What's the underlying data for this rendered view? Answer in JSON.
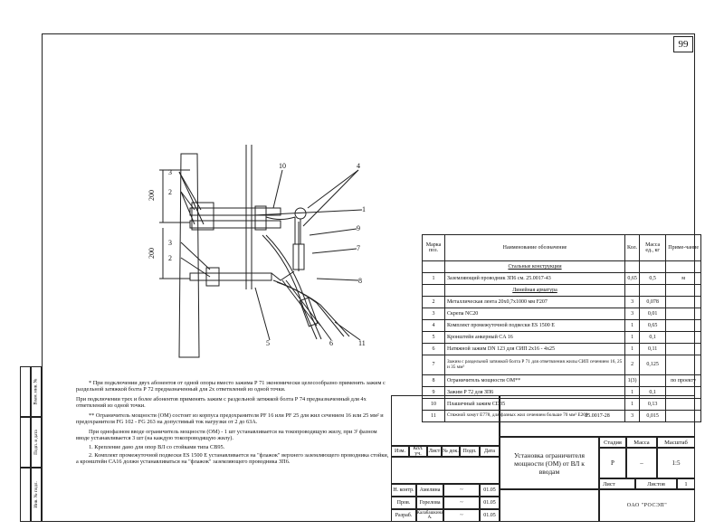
{
  "page_number": "99",
  "side_strip": [
    "Инв. № подл.",
    "Подп. и дата",
    "Взам. инв. №"
  ],
  "drawing_labels": {
    "callouts": [
      "3",
      "2",
      "10",
      "4",
      "1",
      "9",
      "7",
      "3",
      "2",
      "8",
      "5",
      "6",
      "11"
    ],
    "dim_top": "200",
    "dim_bottom": "200"
  },
  "spec_table": {
    "headers": [
      "Марка поз.",
      "Наименование обозначение",
      "Кол.",
      "Масса ед., кг",
      "Приме-чание"
    ],
    "section1": "Стальные конструкции",
    "row1": {
      "pos": "1",
      "name": "Заземляющий проводник ЗП6 см. 25.0017-43",
      "qty": "0,65",
      "mass": "0,5",
      "note": "м"
    },
    "section2": "Линейная арматура",
    "rows": [
      {
        "pos": "2",
        "name": "Металлическая лента 20х0,7х1000 мм F207",
        "qty": "3",
        "mass": "0,078",
        "note": ""
      },
      {
        "pos": "3",
        "name": "Скрепа NC20",
        "qty": "3",
        "mass": "0,01",
        "note": ""
      },
      {
        "pos": "4",
        "name": "Комплект промежуточной подвески ES 1500 E",
        "qty": "1",
        "mass": "0,65",
        "note": ""
      },
      {
        "pos": "5",
        "name": "Кронштейн анкерный CA 16",
        "qty": "1",
        "mass": "0,1",
        "note": ""
      },
      {
        "pos": "6",
        "name": "Натяжной зажим DN 123 для СИП 2х16 - 4х25",
        "qty": "1",
        "mass": "0,11",
        "note": ""
      },
      {
        "pos": "7",
        "name": "Зажим с раздельной затяжкой болта Р 71 для ответвления жилы СИП сечением 16, 25 и 35 мм²",
        "qty": "2",
        "mass": "0,125",
        "note": ""
      },
      {
        "pos": "8",
        "name": "Ограничитель мощности ОМ**",
        "qty": "1(3)",
        "mass": "",
        "note": "по проекту"
      },
      {
        "pos": "9",
        "name": "Зажим Р 72 для ЗП6",
        "qty": "1",
        "mass": "0,1",
        "note": ""
      },
      {
        "pos": "10",
        "name": "Плашечный зажим CD35",
        "qty": "1",
        "mass": "0,13",
        "note": ""
      },
      {
        "pos": "11",
        "name": "Стяжной хомут Е778, для фазных жил сечением больше 70 мм² Е260",
        "qty": "3",
        "mass": "0,015",
        "note": ""
      }
    ]
  },
  "notes": [
    "* При подключении двух абонентов от одной опоры вместо зажима Р 71 экономически целесообразно применять зажим с раздельной затяжкой болта Р 72 предназначенный для 2х ответвлений из одной точки.",
    "При подключении трех и более абонентов применять зажим с раздельной затяжкой болта Р 74 предназначенный для 4х ответвлений из одной точки.",
    "** Ограничитель мощности (ОМ) состоит из корпуса предохранителя PF 16 или PF 25 для жил сечением 16 или 25 мм² и предохранителя FG 102 - FG 263 на допустимый ток нагрузки от 2 до 63А.",
    "При однофазном вводе ограничитель мощности (ОМ) - 1 шт устанавливается на токопроводящую жилу, при 3ᶠ фазном вводе устанавливается 3 шт (на каждую токопроводящую жилу).",
    "1. Крепление дано для опор ВЛ со стойками типа СВ95.",
    "2. Комплект промежуточной подвески ES 1500 E устанавливается на \"флажок\" верхнего заземляющего проводника стойки, а кронштейн СА16 должн устанавливаться на \"флажок\" заземляющего проводника ЗП6."
  ],
  "stamp": {
    "code": "25.0017-28",
    "title": "Установка ограничителя мощности (ОМ) от ВЛ к вводам",
    "cols": [
      "Изм.",
      "Кол. уч.",
      "Лист",
      "№ док.",
      "Подп.",
      "Дата"
    ],
    "roles": [
      "Н. контр.",
      "Пров.",
      "Разраб."
    ],
    "names": [
      "Амелина",
      "Горелова",
      "Калабашкина А."
    ],
    "dates": [
      "01.05",
      "01.05",
      "01.05"
    ],
    "stage_label": "Стадия",
    "mass_label": "Масса",
    "scale_label": "Масштаб",
    "stage": "Р",
    "mass": "–",
    "scale": "1:5",
    "sheet_label": "Лист",
    "sheets_label": "Листов",
    "sheets": "1",
    "org": "ОАО \"РОСЭП\""
  }
}
